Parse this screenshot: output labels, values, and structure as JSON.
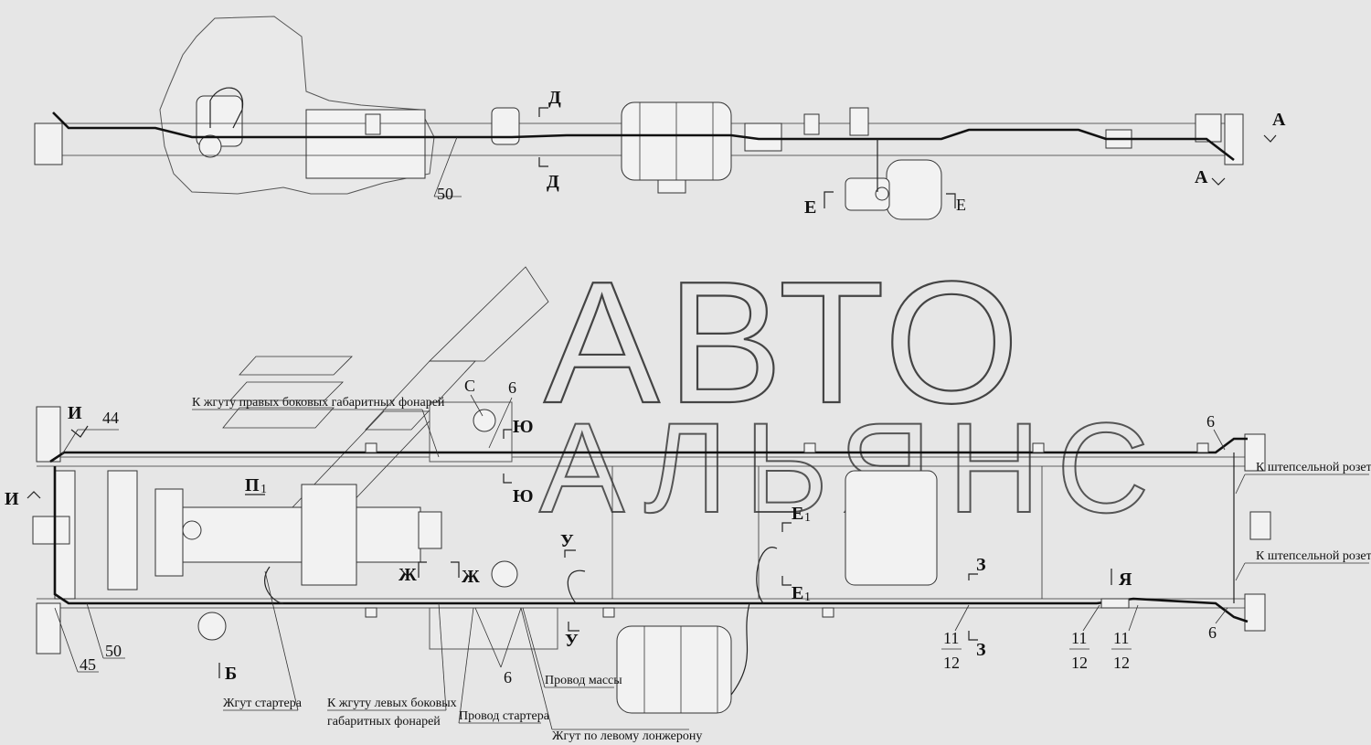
{
  "watermark": {
    "line1": "АВТО",
    "line2": "АЛЬЯНС"
  },
  "top_view": {
    "sections": {
      "d_top": "Д",
      "d_bottom": "Д",
      "a_top": "А",
      "a_bottom": "А",
      "e_left": "Е",
      "e_right": "Е"
    },
    "callouts": {
      "p50": "50"
    }
  },
  "bottom_view": {
    "sections": {
      "i_top": "И",
      "i_left": "И",
      "p1": "П",
      "p1_sub": "1",
      "s": "С",
      "yu_top": "Ю",
      "yu_bottom": "Ю",
      "u_top": "У",
      "u_bottom": "У",
      "zh_left": "Ж",
      "zh_right": "Ж",
      "b": "Б",
      "e1_top": "Е",
      "e1_top_sub": "1",
      "e1_bottom": "Е",
      "e1_bottom_sub": "1",
      "z_top": "З",
      "z_bottom": "З",
      "ya": "Я"
    },
    "callouts": {
      "p44": "44",
      "p45": "45",
      "p50": "50",
      "p6_top": "6",
      "p6_mid": "6",
      "p6_right_top": "6",
      "p6_right_bottom": "6",
      "frac1_num": "11",
      "frac1_den": "12",
      "frac2_num": "11",
      "frac2_den": "12",
      "frac3_num": "11",
      "frac3_den": "12"
    },
    "notes": {
      "right_markers": "К жгуту правых боковых габаритных фонарей",
      "starter_harness": "Жгут стартера",
      "left_markers_1": "К жгуту левых боковых",
      "left_markers_2": "габаритных фонарей",
      "starter_wire": "Провод стартера",
      "ground_wire": "Провод массы",
      "left_member_harness": "Жгут по левому лонжерону",
      "socket_top": "К штепсельной розетке",
      "socket_bottom": "К штепсельной розетке"
    }
  }
}
